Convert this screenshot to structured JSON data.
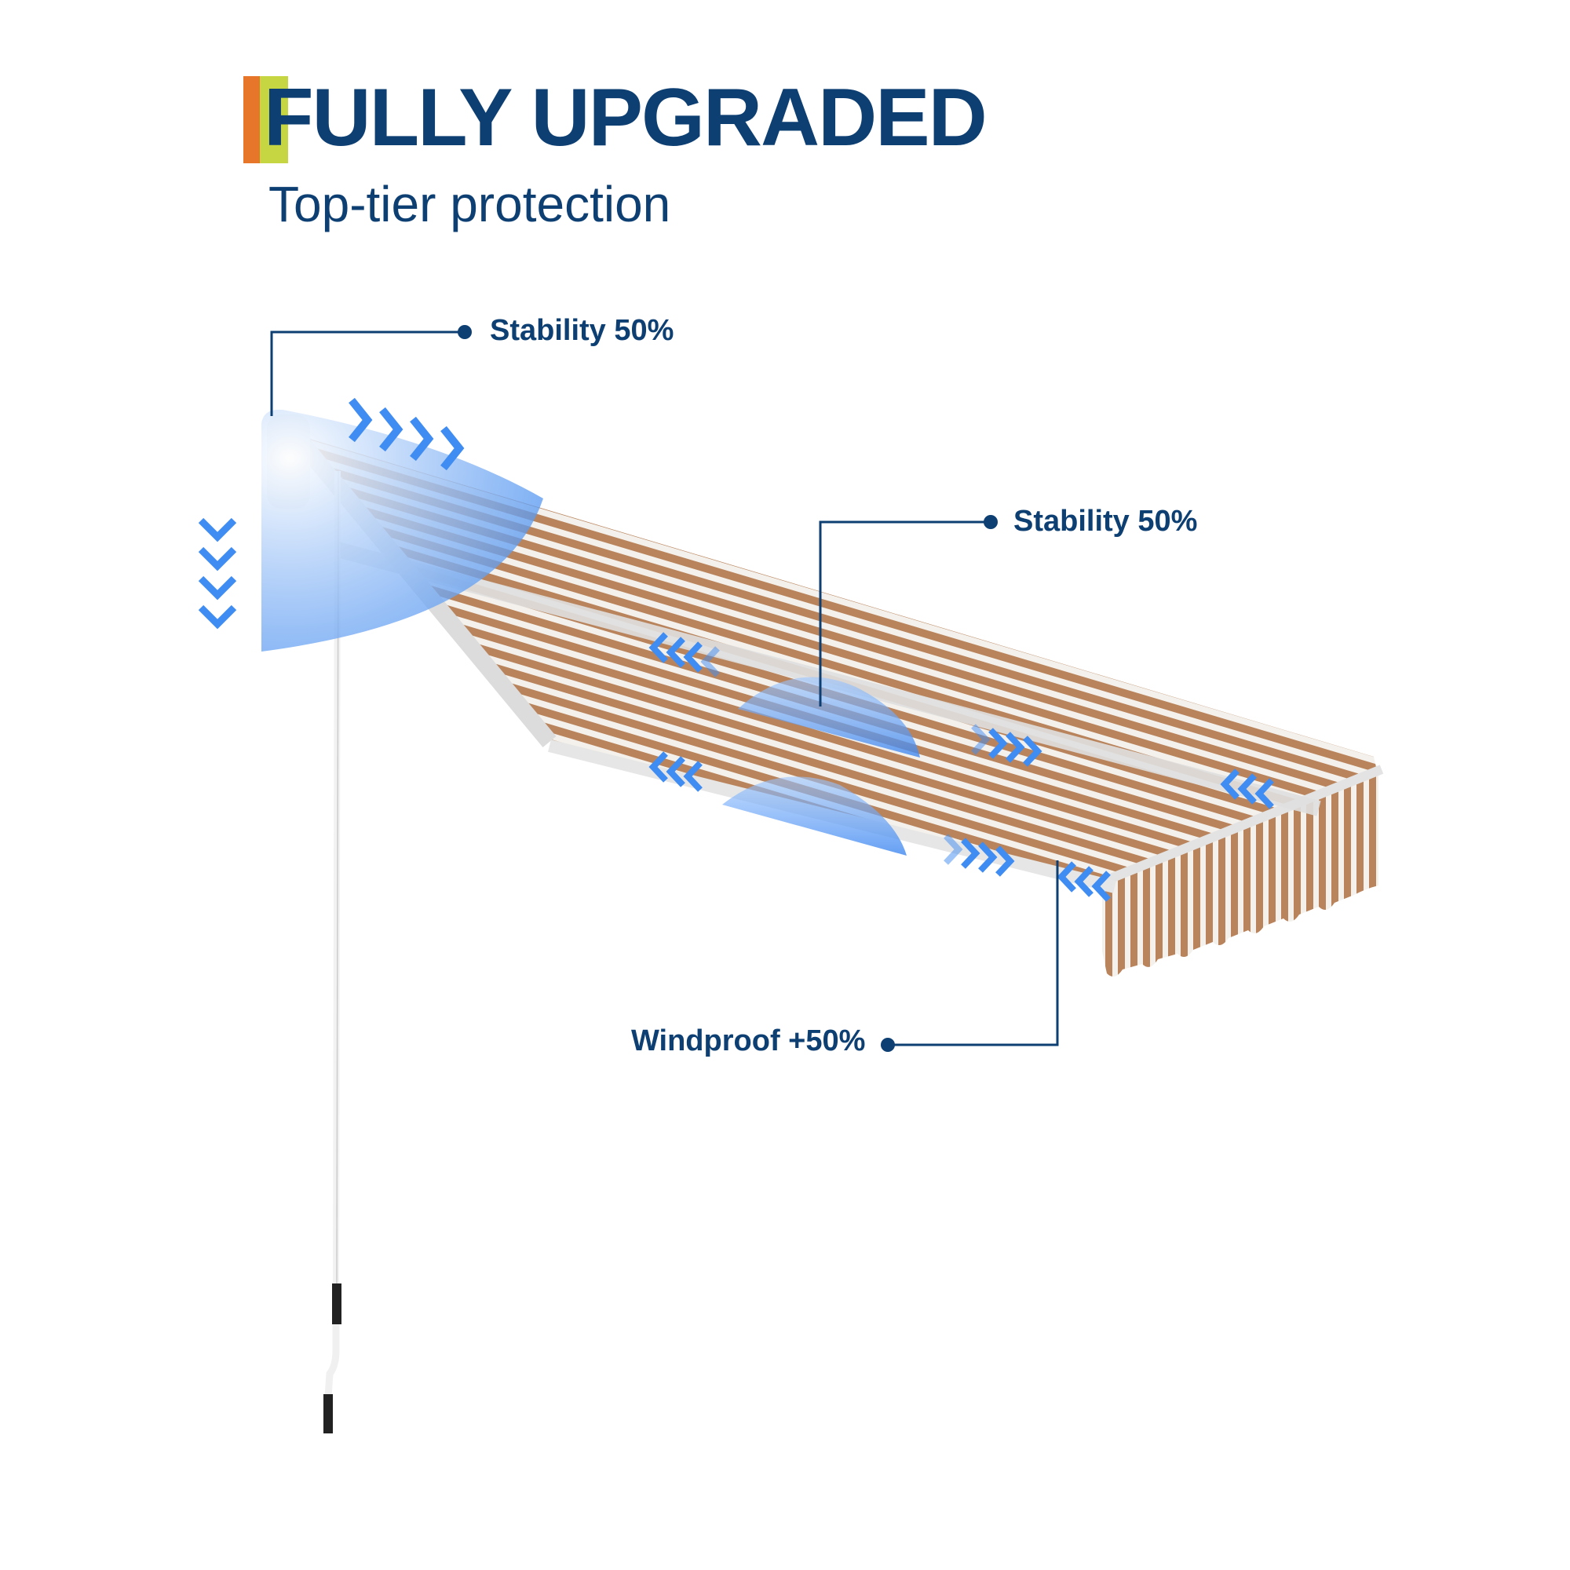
{
  "header": {
    "title": "FULLY UPGRADED",
    "subtitle": "Top-tier protection"
  },
  "callouts": [
    {
      "label": "Stability 50%"
    },
    {
      "label": "Stability 50%"
    },
    {
      "label": "Windproof +50%"
    }
  ],
  "colors": {
    "navy": "#0d3f73",
    "accent_orange": "#e8762a",
    "accent_green": "#c6d642",
    "highlight_blue": "#4a90f0",
    "stripe_brown": "#b9845c"
  }
}
